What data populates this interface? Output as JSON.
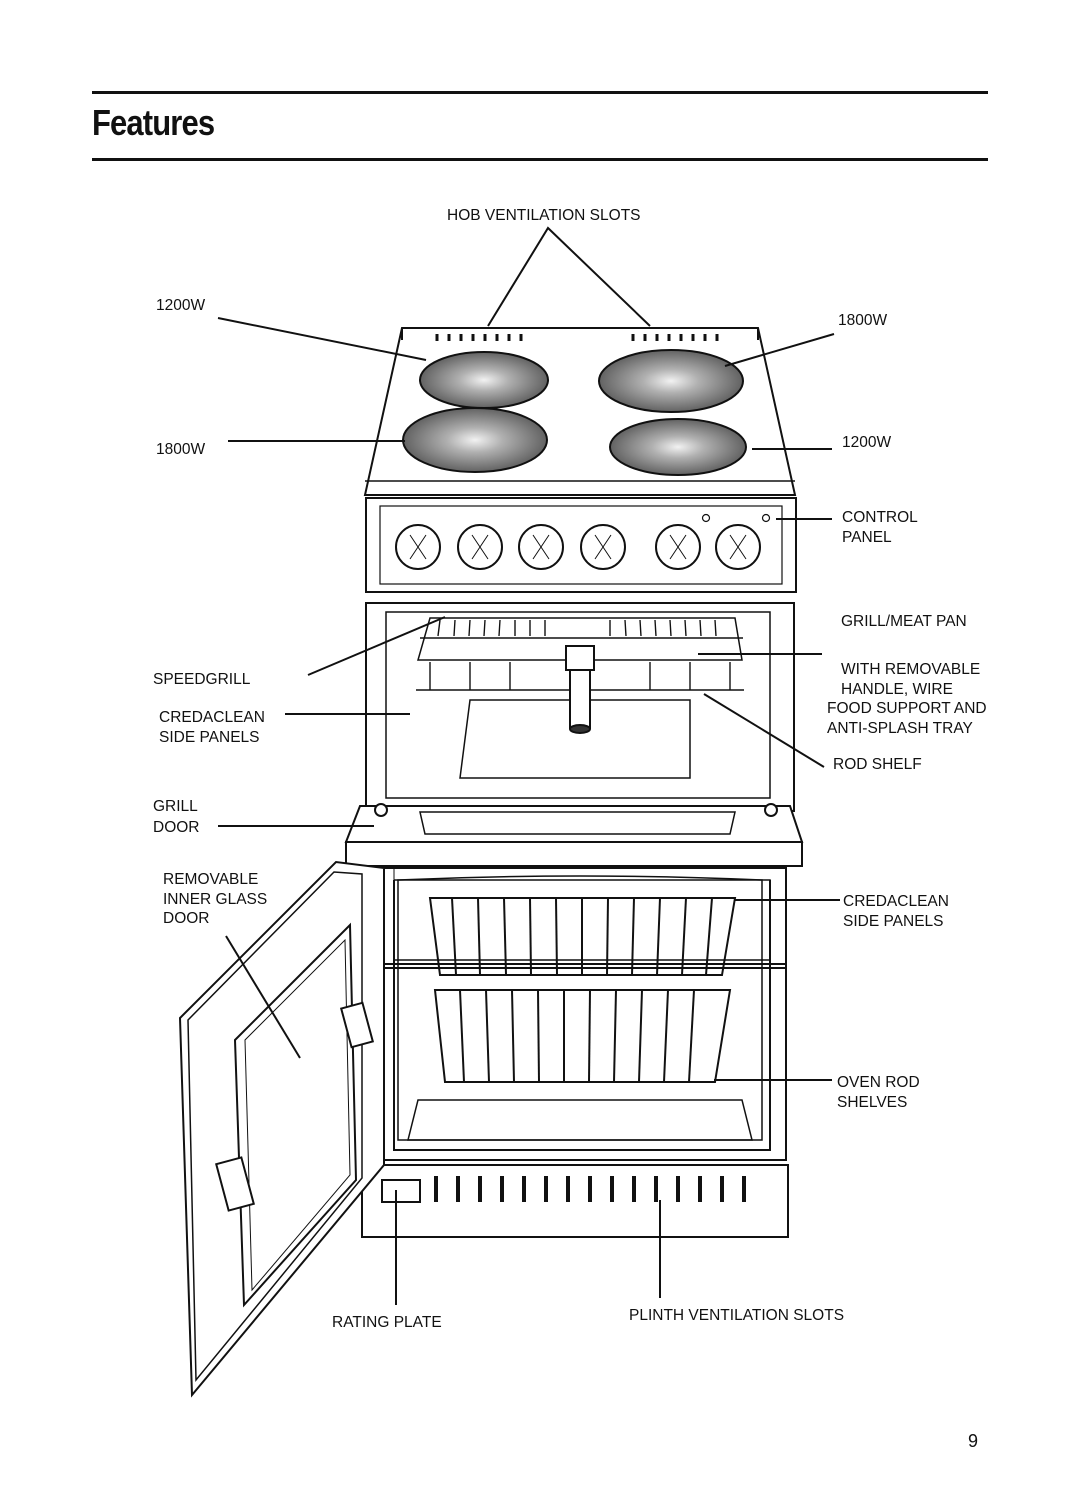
{
  "page": {
    "title": "Features",
    "page_number": "9"
  },
  "labels": {
    "hob_ventilation_slots": "HOB VENTILATION SLOTS",
    "plate_rear_left": "1200W",
    "plate_rear_right": "1800W",
    "plate_front_left": "1800W",
    "plate_front_right": "1200W",
    "control_panel": [
      "CONTROL",
      "PANEL"
    ],
    "speedgrill": "SPEEDGRILL",
    "credaclean_upper": [
      "CREDACLEAN",
      "SIDE PANELS"
    ],
    "grill_meat_pan": [
      "GRILL/MEAT PAN",
      "WITH REMOVABLE",
      "HANDLE, WIRE",
      "FOOD SUPPORT AND",
      "ANTI-SPLASH TRAY"
    ],
    "rod_shelf": "ROD SHELF",
    "grill_door": [
      "GRILL",
      "DOOR"
    ],
    "removable_inner_glass": [
      "REMOVABLE",
      "INNER GLASS",
      "DOOR"
    ],
    "credaclean_lower": [
      "CREDACLEAN",
      "SIDE PANELS"
    ],
    "oven_rod_shelves": [
      "OVEN ROD",
      "SHELVES"
    ],
    "rating_plate": "RATING PLATE",
    "plinth_ventilation_slots": "PLINTH VENTILATION SLOTS"
  }
}
